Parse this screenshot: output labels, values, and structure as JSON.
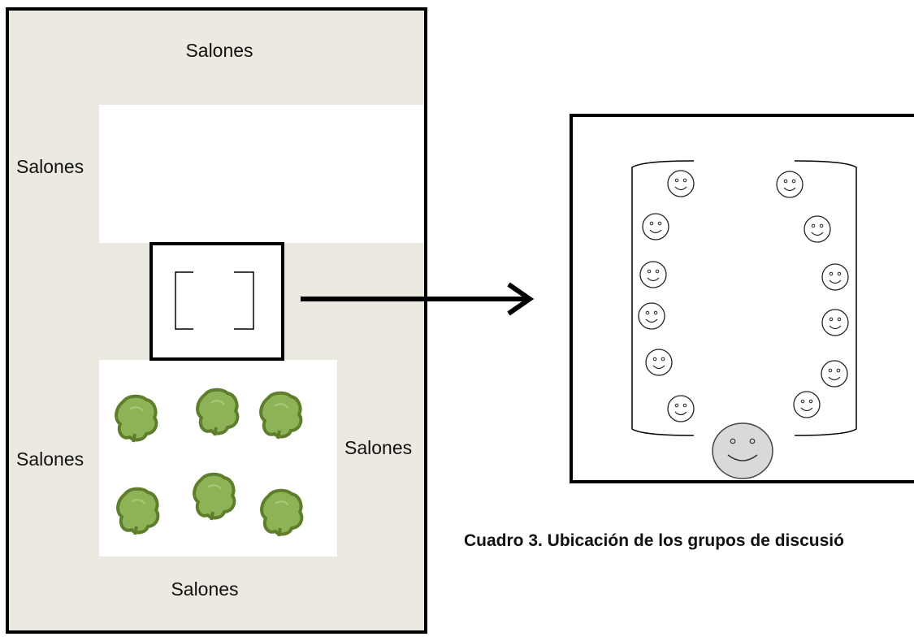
{
  "labels": {
    "top": "Salones",
    "left_upper": "Salones",
    "left_lower": "Salones",
    "right_lower": "Salones",
    "bottom": "Salones"
  },
  "caption": "Cuadro 3. Ubicación de los grupos de discusió",
  "colors": {
    "corridor": "#ECEAE0",
    "outline": "#000000",
    "tree_fill": "#8DB356",
    "tree_stroke": "#5E7E2C",
    "moderator_fill": "#D9D9D9"
  },
  "icons": {
    "participant": "smiley-face-icon",
    "moderator": "moderator-face-icon",
    "tree": "tree-icon",
    "arrow": "arrow-right-icon"
  },
  "participants_count": 12,
  "trees_count": 6
}
